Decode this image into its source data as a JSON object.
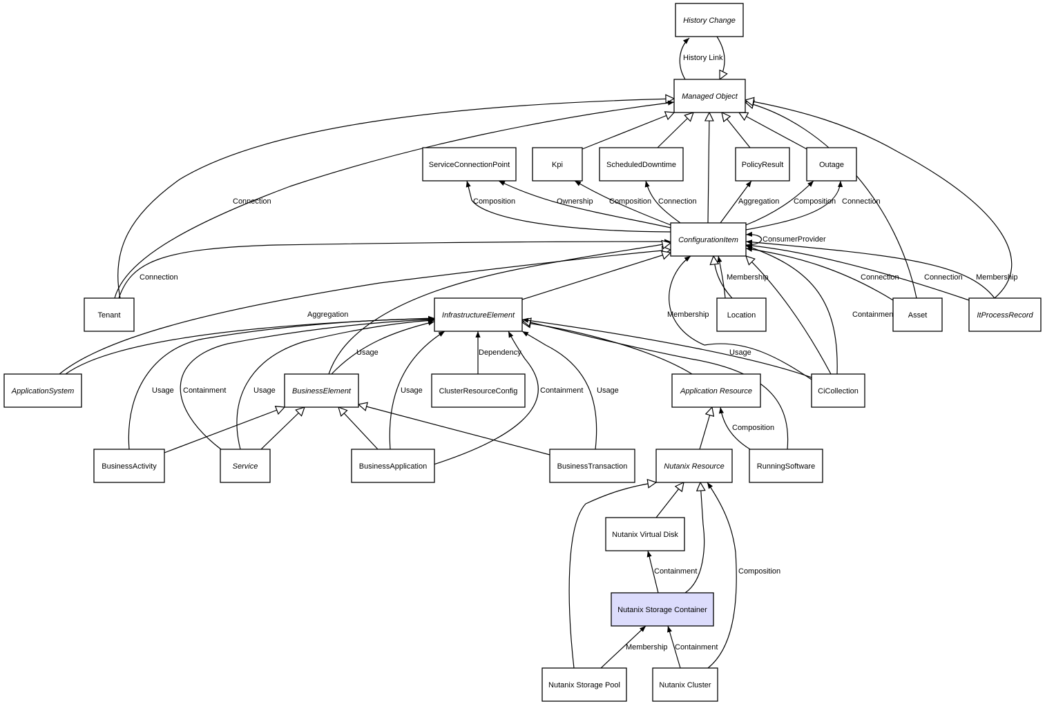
{
  "diagram": {
    "title": "Class relationship diagram: Nutanix Storage Container",
    "highlight_color": "#dcdcfc",
    "nodes": [
      {
        "id": "history_change",
        "label": "History Change",
        "abstract": true
      },
      {
        "id": "managed_object",
        "label": "Managed Object",
        "abstract": true
      },
      {
        "id": "service_connection_point",
        "label": "ServiceConnectionPoint",
        "abstract": false
      },
      {
        "id": "kpi",
        "label": "Kpi",
        "abstract": false
      },
      {
        "id": "scheduled_downtime",
        "label": "ScheduledDowntime",
        "abstract": false
      },
      {
        "id": "policy_result",
        "label": "PolicyResult",
        "abstract": false
      },
      {
        "id": "outage",
        "label": "Outage",
        "abstract": false
      },
      {
        "id": "configuration_item",
        "label": "ConfigurationItem",
        "abstract": true
      },
      {
        "id": "tenant",
        "label": "Tenant",
        "abstract": false
      },
      {
        "id": "infrastructure_element",
        "label": "InfrastructureElement",
        "abstract": true
      },
      {
        "id": "location",
        "label": "Location",
        "abstract": false
      },
      {
        "id": "asset",
        "label": "Asset",
        "abstract": false
      },
      {
        "id": "it_process_record",
        "label": "ItProcessRecord",
        "abstract": true
      },
      {
        "id": "application_system",
        "label": "ApplicationSystem",
        "abstract": true
      },
      {
        "id": "business_element",
        "label": "BusinessElement",
        "abstract": true
      },
      {
        "id": "cluster_resource_config",
        "label": "ClusterResourceConfig",
        "abstract": false
      },
      {
        "id": "application_resource",
        "label": "Application Resource",
        "abstract": true
      },
      {
        "id": "ci_collection",
        "label": "CiCollection",
        "abstract": false
      },
      {
        "id": "business_activity",
        "label": "BusinessActivity",
        "abstract": false
      },
      {
        "id": "service",
        "label": "Service",
        "abstract": true
      },
      {
        "id": "business_application",
        "label": "BusinessApplication",
        "abstract": false
      },
      {
        "id": "business_transaction",
        "label": "BusinessTransaction",
        "abstract": false
      },
      {
        "id": "nutanix_resource",
        "label": "Nutanix Resource",
        "abstract": true
      },
      {
        "id": "running_software",
        "label": "RunningSoftware",
        "abstract": false
      },
      {
        "id": "nutanix_virtual_disk",
        "label": "Nutanix Virtual Disk",
        "abstract": false
      },
      {
        "id": "nutanix_storage_container",
        "label": "Nutanix Storage Container",
        "abstract": false,
        "highlight": true
      },
      {
        "id": "nutanix_storage_pool",
        "label": "Nutanix Storage Pool",
        "abstract": false
      },
      {
        "id": "nutanix_cluster",
        "label": "Nutanix Cluster",
        "abstract": false
      }
    ],
    "edges": [
      {
        "from": "managed_object",
        "to": "history_change",
        "type": "association",
        "label": "History Link"
      },
      {
        "from": "history_change",
        "to": "managed_object",
        "type": "inheritance",
        "label": ""
      },
      {
        "from": "tenant",
        "to": "managed_object",
        "type": "inheritance",
        "label": ""
      },
      {
        "from": "tenant",
        "to": "managed_object",
        "type": "association",
        "label": "Connection"
      },
      {
        "from": "kpi",
        "to": "managed_object",
        "type": "inheritance",
        "label": ""
      },
      {
        "from": "scheduled_downtime",
        "to": "managed_object",
        "type": "inheritance",
        "label": ""
      },
      {
        "from": "configuration_item",
        "to": "managed_object",
        "type": "inheritance",
        "label": ""
      },
      {
        "from": "policy_result",
        "to": "managed_object",
        "type": "inheritance",
        "label": ""
      },
      {
        "from": "outage",
        "to": "managed_object",
        "type": "inheritance",
        "label": ""
      },
      {
        "from": "asset",
        "to": "managed_object",
        "type": "inheritance",
        "label": ""
      },
      {
        "from": "it_process_record",
        "to": "managed_object",
        "type": "inheritance",
        "label": ""
      },
      {
        "from": "configuration_item",
        "to": "service_connection_point",
        "type": "association",
        "label": "Composition"
      },
      {
        "from": "configuration_item",
        "to": "service_connection_point",
        "type": "association",
        "label": "Ownership"
      },
      {
        "from": "configuration_item",
        "to": "kpi",
        "type": "association",
        "label": "Composition"
      },
      {
        "from": "configuration_item",
        "to": "scheduled_downtime",
        "type": "association",
        "label": "Connection"
      },
      {
        "from": "configuration_item",
        "to": "policy_result",
        "type": "association",
        "label": "Aggregation"
      },
      {
        "from": "configuration_item",
        "to": "outage",
        "type": "association",
        "label": "Composition"
      },
      {
        "from": "configuration_item",
        "to": "outage",
        "type": "association",
        "label": "Connection"
      },
      {
        "from": "configuration_item",
        "to": "configuration_item",
        "type": "association",
        "label": "ConsumerProvider"
      },
      {
        "from": "tenant",
        "to": "configuration_item",
        "type": "association",
        "label": "Connection"
      },
      {
        "from": "application_system",
        "to": "configuration_item",
        "type": "inheritance",
        "label": ""
      },
      {
        "from": "application_system",
        "to": "infrastructure_element",
        "type": "association",
        "label": "Aggregation"
      },
      {
        "from": "business_element",
        "to": "configuration_item",
        "type": "inheritance",
        "label": ""
      },
      {
        "from": "infrastructure_element",
        "to": "configuration_item",
        "type": "inheritance",
        "label": ""
      },
      {
        "from": "ci_collection",
        "to": "configuration_item",
        "type": "association",
        "label": "Membership"
      },
      {
        "from": "location",
        "to": "configuration_item",
        "type": "inheritance",
        "label": ""
      },
      {
        "from": "location",
        "to": "configuration_item",
        "type": "association",
        "label": "Membership"
      },
      {
        "from": "ci_collection",
        "to": "configuration_item",
        "type": "inheritance",
        "label": ""
      },
      {
        "from": "ci_collection",
        "to": "configuration_item",
        "type": "association",
        "label": "Containment"
      },
      {
        "from": "asset",
        "to": "configuration_item",
        "type": "association",
        "label": "Connection"
      },
      {
        "from": "it_process_record",
        "to": "configuration_item",
        "type": "association",
        "label": "Connection"
      },
      {
        "from": "it_process_record",
        "to": "configuration_item",
        "type": "association",
        "label": "Membership"
      },
      {
        "from": "business_element",
        "to": "infrastructure_element",
        "type": "association",
        "label": "Usage"
      },
      {
        "from": "business_activity",
        "to": "infrastructure_element",
        "type": "association",
        "label": "Usage"
      },
      {
        "from": "service",
        "to": "infrastructure_element",
        "type": "association",
        "label": "Containment"
      },
      {
        "from": "service",
        "to": "infrastructure_element",
        "type": "association",
        "label": "Usage"
      },
      {
        "from": "business_application",
        "to": "infrastructure_element",
        "type": "association",
        "label": "Usage"
      },
      {
        "from": "cluster_resource_config",
        "to": "infrastructure_element",
        "type": "association",
        "label": "Dependency"
      },
      {
        "from": "business_application",
        "to": "infrastructure_element",
        "type": "association",
        "label": "Containment"
      },
      {
        "from": "business_transaction",
        "to": "infrastructure_element",
        "type": "association",
        "label": "Usage"
      },
      {
        "from": "application_resource",
        "to": "infrastructure_element",
        "type": "inheritance",
        "label": ""
      },
      {
        "from": "running_software",
        "to": "infrastructure_element",
        "type": "inheritance",
        "label": ""
      },
      {
        "from": "ci_collection",
        "to": "infrastructure_element",
        "type": "association",
        "label": "Usage"
      },
      {
        "from": "business_activity",
        "to": "business_element",
        "type": "inheritance",
        "label": ""
      },
      {
        "from": "service",
        "to": "business_element",
        "type": "inheritance",
        "label": ""
      },
      {
        "from": "business_application",
        "to": "business_element",
        "type": "inheritance",
        "label": ""
      },
      {
        "from": "business_transaction",
        "to": "business_element",
        "type": "inheritance",
        "label": ""
      },
      {
        "from": "nutanix_resource",
        "to": "application_resource",
        "type": "inheritance",
        "label": ""
      },
      {
        "from": "running_software",
        "to": "application_resource",
        "type": "association",
        "label": "Composition"
      },
      {
        "from": "nutanix_storage_pool",
        "to": "nutanix_resource",
        "type": "inheritance",
        "label": ""
      },
      {
        "from": "nutanix_virtual_disk",
        "to": "nutanix_resource",
        "type": "inheritance",
        "label": ""
      },
      {
        "from": "nutanix_storage_container",
        "to": "nutanix_resource",
        "type": "inheritance",
        "label": ""
      },
      {
        "from": "nutanix_cluster",
        "to": "nutanix_resource",
        "type": "association",
        "label": "Composition"
      },
      {
        "from": "nutanix_storage_container",
        "to": "nutanix_virtual_disk",
        "type": "association",
        "label": "Containment"
      },
      {
        "from": "nutanix_storage_pool",
        "to": "nutanix_storage_container",
        "type": "association",
        "label": "Membership"
      },
      {
        "from": "nutanix_cluster",
        "to": "nutanix_storage_container",
        "type": "association",
        "label": "Containment"
      }
    ]
  }
}
